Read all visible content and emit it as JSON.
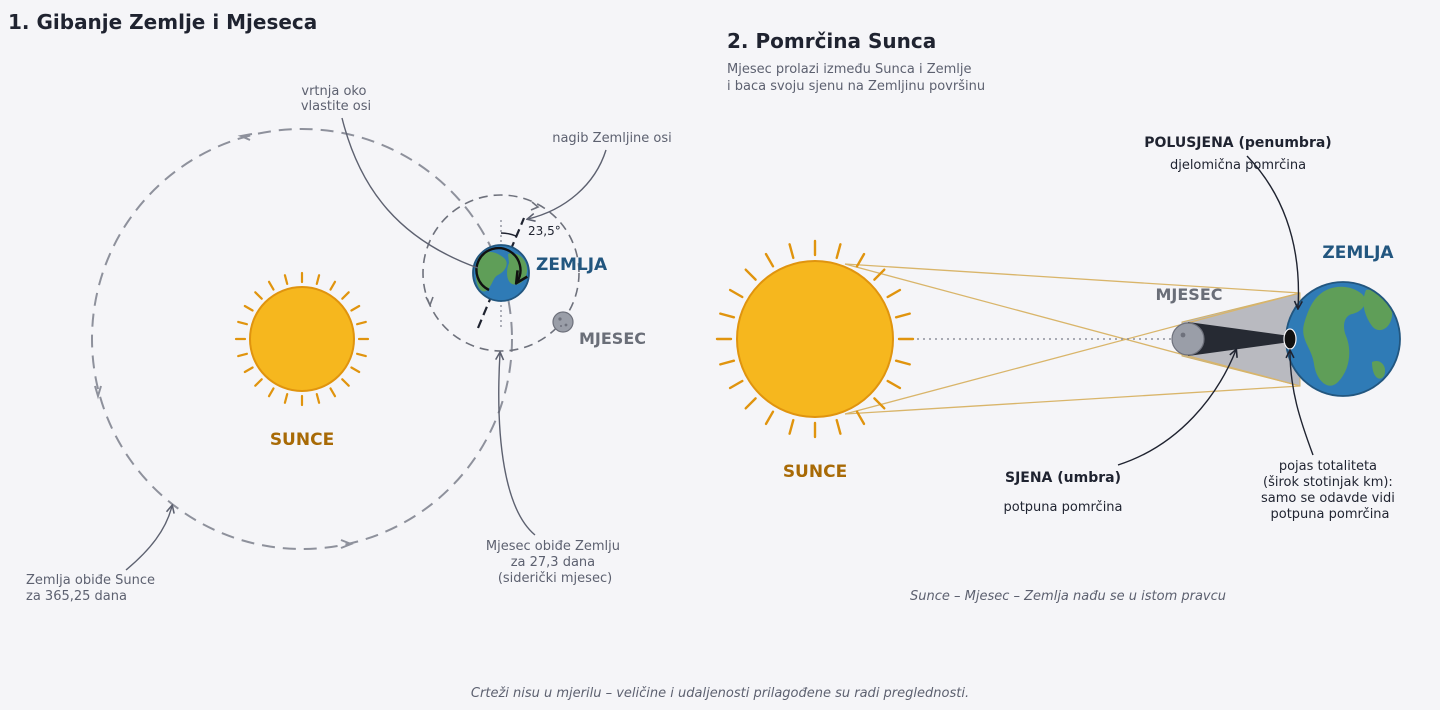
{
  "panel1": {
    "title": "1.  Gibanje Zemlje i Mjeseca",
    "sun_label": "SUNCE",
    "earth_label": "ZEMLJA",
    "moon_label": "MJESEC",
    "annotations": {
      "rotation_1": "vrtnja oko",
      "rotation_2": "vlastite osi",
      "tilt": "nagib Zemljine osi",
      "tilt_angle": "23,5°",
      "earth_orbit_1": "Zemlja obiđe Sunce",
      "earth_orbit_2": "za 365,25 dana",
      "moon_orbit_1": "Mjesec obiđe Zemlju",
      "moon_orbit_2": "za 27,3 dana",
      "moon_orbit_3": "(siderički mjesec)"
    }
  },
  "panel2": {
    "title": "2.  Pomrčina Sunca",
    "subtitle_1": "Mjesec prolazi između Sunca i Zemlje",
    "subtitle_2": "i baca svoju sjenu na Zemljinu površinu",
    "sun_label": "SUNCE",
    "moon_label": "MJESEC",
    "earth_label": "ZEMLJA",
    "penumbra_title": "POLUSJENA (penumbra)",
    "penumbra_desc": "djelomična pomrčina",
    "umbra_title": "SJENA (umbra)",
    "umbra_desc": "potpuna pomrčina",
    "totality_1": "pojas totaliteta",
    "totality_2": "(širok stotinjak km):",
    "totality_3": "samo se odavde vidi",
    "totality_4": "potpuna pomrčina",
    "alignment_note": "Sunce – Mjesec – Zemlja nađu se u istom pravcu"
  },
  "footer_note": "Crteži nisu u mjerilu – veličine i udaljenosti prilagođene su radi preglednosti.",
  "colors": {
    "background": "#f5f5f8",
    "sun_fill": "#f6b71e",
    "sun_stroke": "#e0940e",
    "earth_ocean": "#2f7bb6",
    "earth_land": "#5f9e58",
    "moon": "#9a9ea8",
    "umbra": "#262a33",
    "penumbra": "#b9bac0",
    "annotation_line": "#5d6170"
  }
}
